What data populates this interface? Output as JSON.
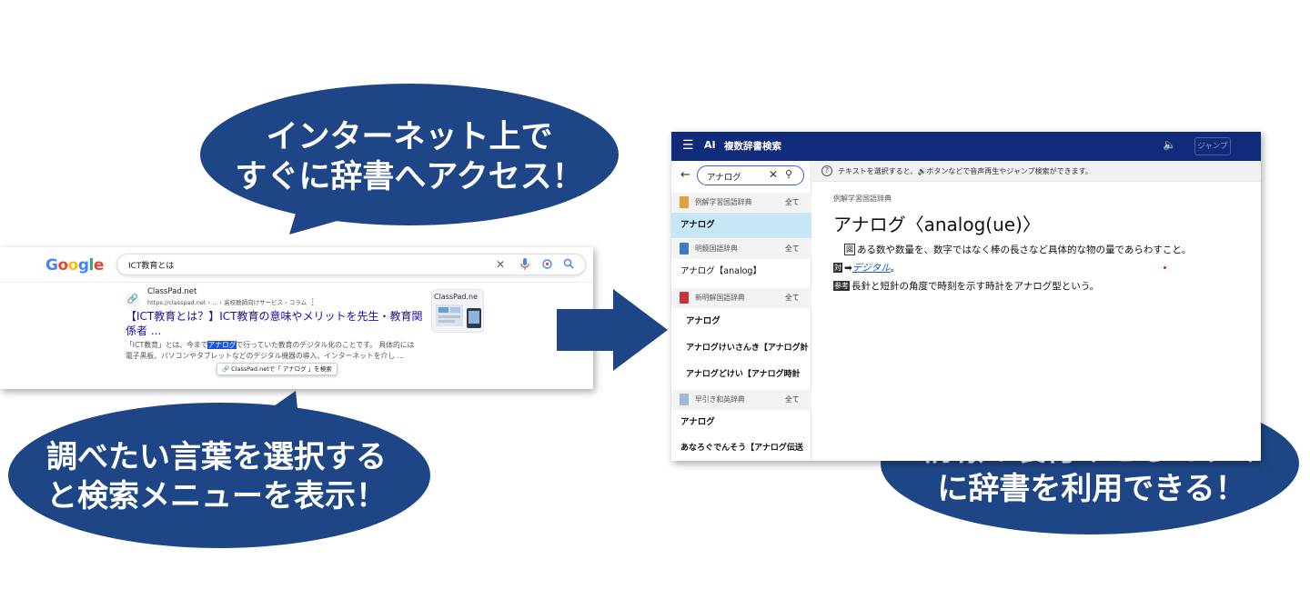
{
  "bubbles": {
    "top": {
      "line1": "インターネット上で",
      "line2": "すぐに辞書へアクセス！"
    },
    "left": {
      "line1": "調べたい言葉を選択する",
      "line2": "と検索メニューを表示！"
    },
    "right": {
      "line1": "情報の裏付けとしてすぐ",
      "line2": "に辞書を利用できる！"
    }
  },
  "colors": {
    "bubble": "#1e4686",
    "header": "#102b7a",
    "selection": "#c6e7f5",
    "link": "#1a56db"
  },
  "google": {
    "logo": [
      "G",
      "o",
      "o",
      "g",
      "l",
      "e"
    ],
    "query": "ICT教育とは",
    "icons": {
      "clear": "close-icon",
      "voice": "mic-icon",
      "lens": "lens-icon",
      "search": "search-icon"
    },
    "result": {
      "site_name": "ClassPad.net",
      "url": "https://classpad.net › ... › 高校教師向けサービス › コラム",
      "more": "⋮",
      "title": "【ICT教育とは？】ICT教育の意味やメリットを先生・教育関係者 ...",
      "snippet_before": "「ICT教育」とは、今まで",
      "snippet_highlight": "アナログ",
      "snippet_after": "で行っていた教育のデジタル化のことです。 具体的には電子黒板、パソコンやタブレットなどのデジタル機器の導入、インターネットを介し ...",
      "popup": "ClassPad.netで「 アナログ 」を検索",
      "thumbnail_label": "ClassPad.ne"
    }
  },
  "dict": {
    "app_title": "複数辞書検索",
    "logo": "AI",
    "jump_label": "ジャンプ",
    "search_term": "アナログ",
    "info": "テキストを選択すると、🔊ボタンなどで音声再生やジャンプ検索ができます。",
    "sidebar": [
      {
        "dictionary": "例解学習国語辞典",
        "all_label": "全て",
        "color": "#e0a23a",
        "results": [
          "アナログ"
        ]
      },
      {
        "dictionary": "明鏡国語辞典",
        "all_label": "全て",
        "color": "#3b7cc4",
        "results": [
          "アナログ【analog】"
        ]
      },
      {
        "dictionary": "新明解国語辞典",
        "all_label": "全て",
        "color": "#c8343a",
        "results": [
          "アナログ",
          "アナログけいさんき【アナログ計",
          "アナログどけい【アナログ時計"
        ]
      },
      {
        "dictionary": "早引き和英辞典",
        "all_label": "全て",
        "color": "#9fb8d6",
        "results": [
          "アナログ",
          "あなろぐでんそう【アナログ伝送"
        ]
      }
    ],
    "entry": {
      "dictionary_name": "例解学習国語辞典",
      "headword": "アナログ〈analog(ue)〉",
      "def_tag": "図",
      "definition": "ある数や数量を、数字ではなく棒の長さなど具体的な物の量であらわすこと。",
      "ant_tag": "対",
      "ant_arrow": "➡",
      "antonym": "デジタル",
      "ant_end": "。",
      "ref_tag": "参考",
      "reference": "長針と短針の角度で時刻を示す時計をアナログ型という。"
    }
  }
}
